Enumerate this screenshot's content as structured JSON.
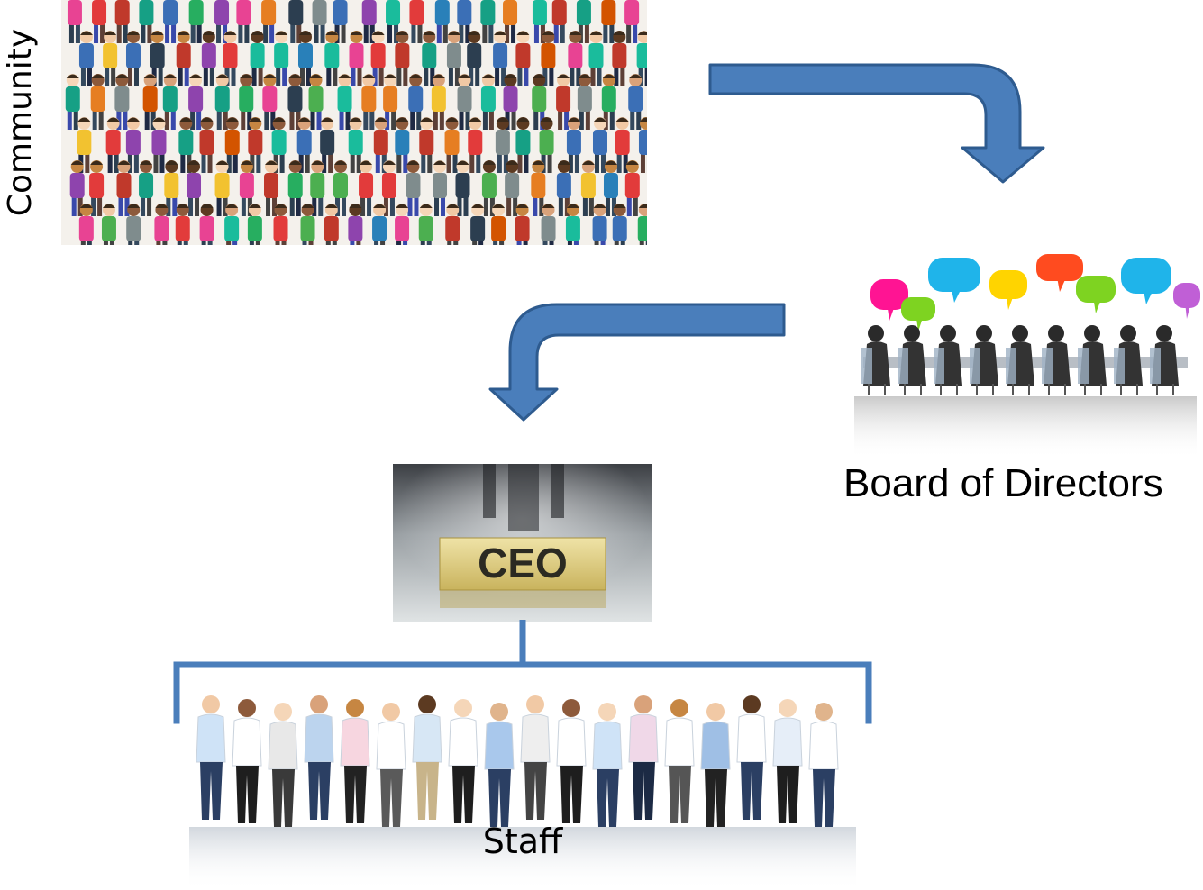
{
  "nodes": {
    "community": {
      "label": "Community"
    },
    "board": {
      "label": "Board of Directors"
    },
    "ceo": {
      "sign_text": "CEO"
    },
    "staff": {
      "label": "Staff"
    }
  },
  "colors": {
    "arrow_fill": "#4a7ebb",
    "arrow_stroke": "#2e5b8f",
    "bracket": "#4a7ebb",
    "sign_gold": "#d9c57a"
  },
  "icons": {
    "crowd": "crowd-image",
    "meeting": "meeting-image",
    "ceo_sign": "ceo-sign-image",
    "staff_group": "staff-group-image"
  }
}
